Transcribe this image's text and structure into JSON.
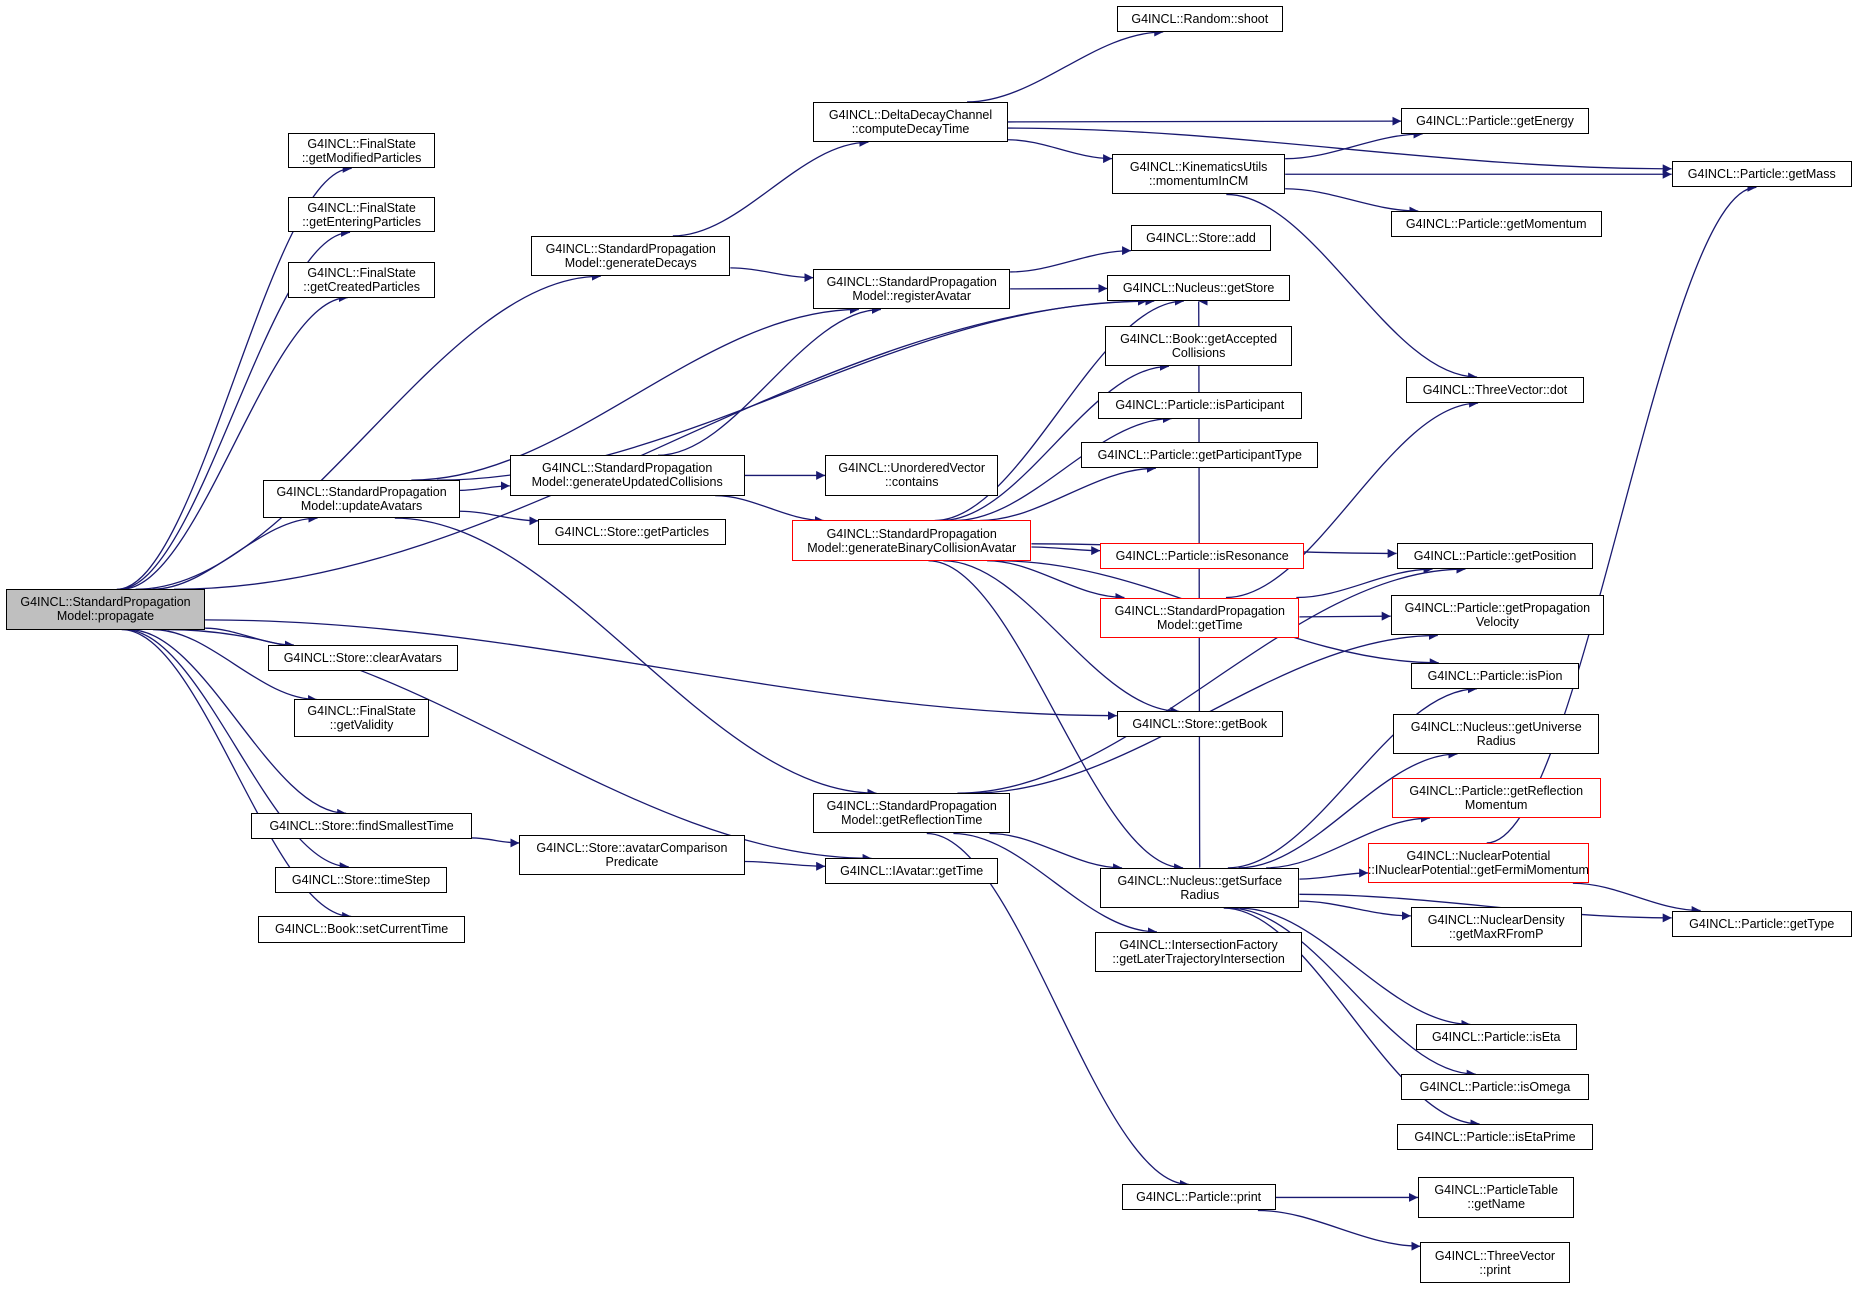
{
  "colors": {
    "edge": "#191970",
    "border": "#000000",
    "truncated_border": "#ff0000",
    "root_fill": "#bfbfbf"
  },
  "nodes": {
    "propagate": {
      "label": "G4INCL::StandardPropagation\nModel::propagate"
    },
    "getModifiedParticles": {
      "label": "G4INCL::FinalState\n::getModifiedParticles"
    },
    "getEnteringParticles": {
      "label": "G4INCL::FinalState\n::getEnteringParticles"
    },
    "getCreatedParticles": {
      "label": "G4INCL::FinalState\n::getCreatedParticles"
    },
    "updateAvatars": {
      "label": "G4INCL::StandardPropagation\nModel::updateAvatars"
    },
    "clearAvatars": {
      "label": "G4INCL::Store::clearAvatars"
    },
    "getValidity": {
      "label": "G4INCL::FinalState\n::getValidity"
    },
    "findSmallestTime": {
      "label": "G4INCL::Store::findSmallestTime"
    },
    "timeStep": {
      "label": "G4INCL::Store::timeStep"
    },
    "setCurrentTime": {
      "label": "G4INCL::Book::setCurrentTime"
    },
    "generateDecays": {
      "label": "G4INCL::StandardPropagation\nModel::generateDecays"
    },
    "generateUpdatedCollisions": {
      "label": "G4INCL::StandardPropagation\nModel::generateUpdatedCollisions"
    },
    "storeGetParticles": {
      "label": "G4INCL::Store::getParticles"
    },
    "avatarComparisonPredicate": {
      "label": "G4INCL::Store::avatarComparison\nPredicate"
    },
    "computeDecayTime": {
      "label": "G4INCL::DeltaDecayChannel\n::computeDecayTime"
    },
    "registerAvatar": {
      "label": "G4INCL::StandardPropagation\nModel::registerAvatar"
    },
    "unorderedContains": {
      "label": "G4INCL::UnorderedVector\n::contains"
    },
    "generateBinaryCollisionAvatar": {
      "label": "G4INCL::StandardPropagation\nModel::generateBinaryCollisionAvatar"
    },
    "getReflectionTime": {
      "label": "G4INCL::StandardPropagation\nModel::getReflectionTime"
    },
    "iavatarGetTime": {
      "label": "G4INCL::IAvatar::getTime"
    },
    "randomShoot": {
      "label": "G4INCL::Random::shoot"
    },
    "momentumInCM": {
      "label": "G4INCL::KinematicsUtils\n::momentumInCM"
    },
    "storeAdd": {
      "label": "G4INCL::Store::add"
    },
    "nucleusGetStore": {
      "label": "G4INCL::Nucleus::getStore"
    },
    "bookGetAcceptedCollisions": {
      "label": "G4INCL::Book::getAccepted\nCollisions"
    },
    "isParticipant": {
      "label": "G4INCL::Particle::isParticipant"
    },
    "getParticipantType": {
      "label": "G4INCL::Particle::getParticipantType"
    },
    "isResonance": {
      "label": "G4INCL::Particle::isResonance"
    },
    "spmGetTime": {
      "label": "G4INCL::StandardPropagation\nModel::getTime"
    },
    "storeGetBook": {
      "label": "G4INCL::Store::getBook"
    },
    "getSurfaceRadius": {
      "label": "G4INCL::Nucleus::getSurface\nRadius"
    },
    "getLaterTrajectoryIntersection": {
      "label": "G4INCL::IntersectionFactory\n::getLaterTrajectoryIntersection"
    },
    "particlePrint": {
      "label": "G4INCL::Particle::print"
    },
    "getEnergy": {
      "label": "G4INCL::Particle::getEnergy"
    },
    "getMomentum": {
      "label": "G4INCL::Particle::getMomentum"
    },
    "threeVectorDot": {
      "label": "G4INCL::ThreeVector::dot"
    },
    "getPosition": {
      "label": "G4INCL::Particle::getPosition"
    },
    "getPropagationVelocity": {
      "label": "G4INCL::Particle::getPropagation\nVelocity"
    },
    "isPion": {
      "label": "G4INCL::Particle::isPion"
    },
    "getUniverseRadius": {
      "label": "G4INCL::Nucleus::getUniverse\nRadius"
    },
    "getReflectionMomentum": {
      "label": "G4INCL::Particle::getReflection\nMomentum"
    },
    "getFermiMomentum": {
      "label": "G4INCL::NuclearPotential\n::INuclearPotential::getFermiMomentum"
    },
    "getMaxRFromP": {
      "label": "G4INCL::NuclearDensity\n::getMaxRFromP"
    },
    "isEta": {
      "label": "G4INCL::Particle::isEta"
    },
    "isOmega": {
      "label": "G4INCL::Particle::isOmega"
    },
    "isEtaPrime": {
      "label": "G4INCL::Particle::isEtaPrime"
    },
    "particleTableGetName": {
      "label": "G4INCL::ParticleTable\n::getName"
    },
    "threeVectorPrint": {
      "label": "G4INCL::ThreeVector\n::print"
    },
    "getMass": {
      "label": "G4INCL::Particle::getMass"
    },
    "getType": {
      "label": "G4INCL::Particle::getType"
    }
  },
  "edges": [
    [
      "propagate",
      "getModifiedParticles"
    ],
    [
      "propagate",
      "getEnteringParticles"
    ],
    [
      "propagate",
      "getCreatedParticles"
    ],
    [
      "propagate",
      "generateDecays"
    ],
    [
      "propagate",
      "nucleusGetStore"
    ],
    [
      "propagate",
      "updateAvatars"
    ],
    [
      "propagate",
      "storeGetBook"
    ],
    [
      "propagate",
      "clearAvatars"
    ],
    [
      "propagate",
      "getValidity"
    ],
    [
      "propagate",
      "iavatarGetTime"
    ],
    [
      "propagate",
      "findSmallestTime"
    ],
    [
      "propagate",
      "timeStep"
    ],
    [
      "propagate",
      "setCurrentTime"
    ],
    [
      "updateAvatars",
      "registerAvatar"
    ],
    [
      "updateAvatars",
      "nucleusGetStore"
    ],
    [
      "updateAvatars",
      "generateUpdatedCollisions"
    ],
    [
      "updateAvatars",
      "storeGetParticles"
    ],
    [
      "updateAvatars",
      "getReflectionTime"
    ],
    [
      "generateDecays",
      "computeDecayTime"
    ],
    [
      "generateDecays",
      "registerAvatar"
    ],
    [
      "generateUpdatedCollisions",
      "registerAvatar"
    ],
    [
      "generateUpdatedCollisions",
      "unorderedContains"
    ],
    [
      "generateUpdatedCollisions",
      "generateBinaryCollisionAvatar"
    ],
    [
      "findSmallestTime",
      "avatarComparisonPredicate"
    ],
    [
      "avatarComparisonPredicate",
      "iavatarGetTime"
    ],
    [
      "computeDecayTime",
      "randomShoot"
    ],
    [
      "computeDecayTime",
      "getMass"
    ],
    [
      "computeDecayTime",
      "getEnergy"
    ],
    [
      "computeDecayTime",
      "momentumInCM"
    ],
    [
      "registerAvatar",
      "storeAdd"
    ],
    [
      "registerAvatar",
      "nucleusGetStore"
    ],
    [
      "momentumInCM",
      "getEnergy"
    ],
    [
      "momentumInCM",
      "getMass"
    ],
    [
      "momentumInCM",
      "getMomentum"
    ],
    [
      "momentumInCM",
      "threeVectorDot"
    ],
    [
      "generateBinaryCollisionAvatar",
      "nucleusGetStore"
    ],
    [
      "generateBinaryCollisionAvatar",
      "bookGetAcceptedCollisions"
    ],
    [
      "generateBinaryCollisionAvatar",
      "isParticipant"
    ],
    [
      "generateBinaryCollisionAvatar",
      "getParticipantType"
    ],
    [
      "generateBinaryCollisionAvatar",
      "getPosition"
    ],
    [
      "generateBinaryCollisionAvatar",
      "isResonance"
    ],
    [
      "generateBinaryCollisionAvatar",
      "spmGetTime"
    ],
    [
      "generateBinaryCollisionAvatar",
      "isPion"
    ],
    [
      "generateBinaryCollisionAvatar",
      "storeGetBook"
    ],
    [
      "generateBinaryCollisionAvatar",
      "getSurfaceRadius"
    ],
    [
      "spmGetTime",
      "threeVectorDot"
    ],
    [
      "spmGetTime",
      "getPosition"
    ],
    [
      "spmGetTime",
      "getPropagationVelocity"
    ],
    [
      "getReflectionTime",
      "getPosition"
    ],
    [
      "getReflectionTime",
      "getPropagationVelocity"
    ],
    [
      "getReflectionTime",
      "getSurfaceRadius"
    ],
    [
      "getReflectionTime",
      "getLaterTrajectoryIntersection"
    ],
    [
      "getReflectionTime",
      "particlePrint"
    ],
    [
      "getSurfaceRadius",
      "nucleusGetStore"
    ],
    [
      "getSurfaceRadius",
      "isPion"
    ],
    [
      "getSurfaceRadius",
      "getUniverseRadius"
    ],
    [
      "getSurfaceRadius",
      "getReflectionMomentum"
    ],
    [
      "getSurfaceRadius",
      "getFermiMomentum"
    ],
    [
      "getSurfaceRadius",
      "getMaxRFromP"
    ],
    [
      "getSurfaceRadius",
      "getType"
    ],
    [
      "getSurfaceRadius",
      "isEta"
    ],
    [
      "getSurfaceRadius",
      "isOmega"
    ],
    [
      "getSurfaceRadius",
      "isEtaPrime"
    ],
    [
      "getFermiMomentum",
      "getMass"
    ],
    [
      "getFermiMomentum",
      "getType"
    ],
    [
      "particlePrint",
      "particleTableGetName"
    ],
    [
      "particlePrint",
      "threeVectorPrint"
    ]
  ]
}
